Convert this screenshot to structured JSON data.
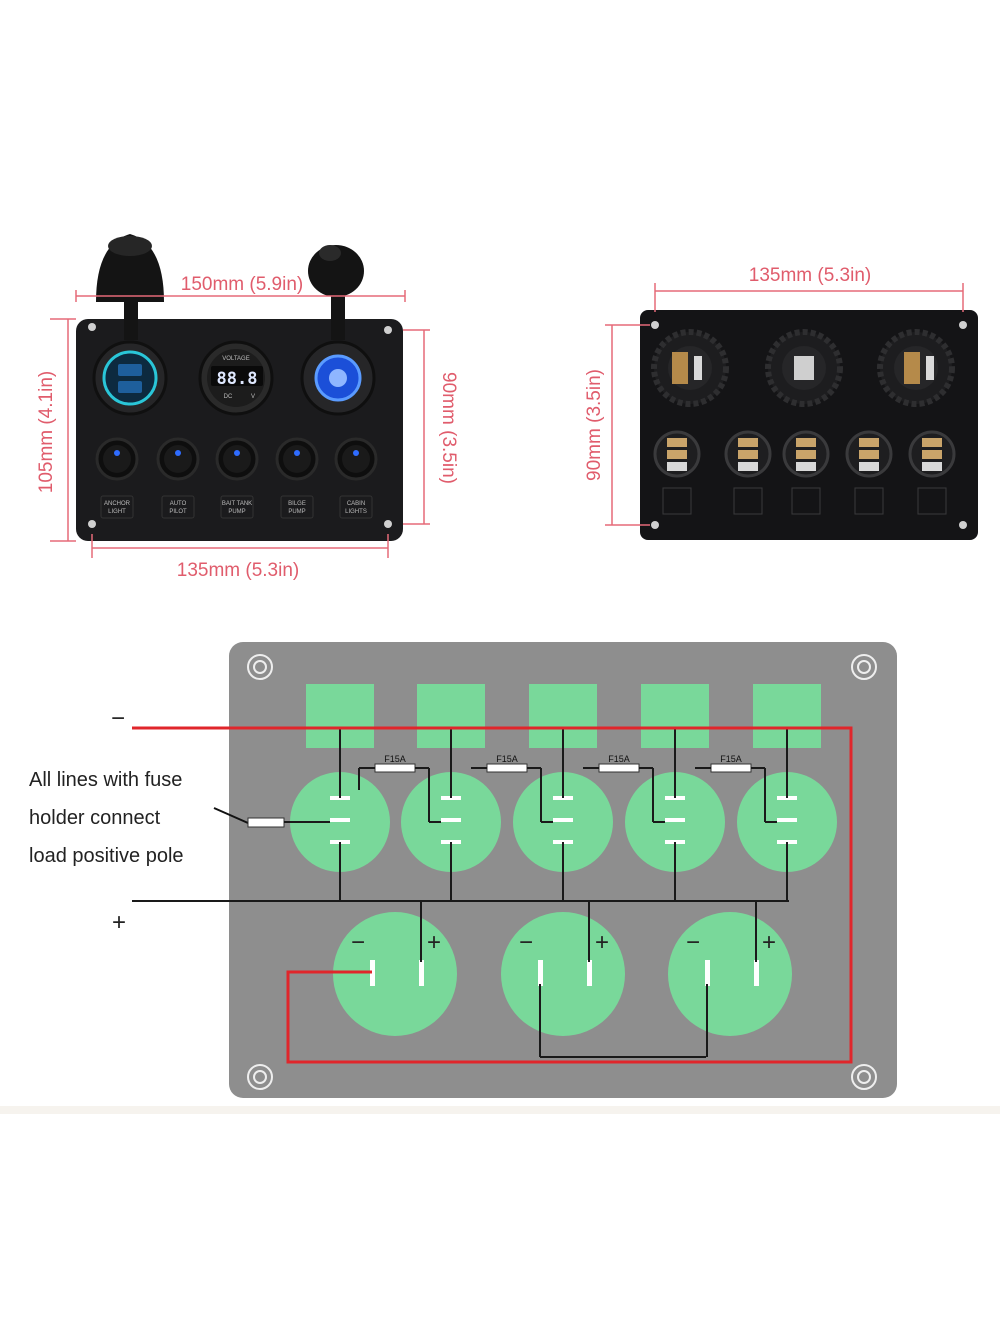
{
  "front_panel": {
    "width_top": "150mm (5.9in)",
    "height_left": "105mm (4.1in)",
    "height_right": "90mm (3.5in)",
    "width_bottom": "135mm (5.3in)",
    "voltmeter_label": "VOLTAGE",
    "voltmeter_reading": "88.8",
    "voltmeter_dc": "DC",
    "voltmeter_v": "V",
    "switch_labels": [
      [
        "ANCHOR",
        "LIGHT"
      ],
      [
        "AUTO",
        "PILOT"
      ],
      [
        "BAIT TANK",
        "PUMP"
      ],
      [
        "BILGE",
        "PUMP"
      ],
      [
        "CABIN",
        "LIGHTS"
      ]
    ]
  },
  "back_panel": {
    "width_top": "135mm (5.3in)",
    "height_left": "90mm (3.5in)"
  },
  "wiring": {
    "fuse_labels": [
      "F15A",
      "F15A",
      "F15A",
      "F15A"
    ],
    "note_lines": [
      "All lines with fuse",
      "holder connect",
      "load positive pole"
    ],
    "negative_label": "−",
    "positive_label": "+",
    "socket_minus": "−",
    "socket_plus": "+"
  },
  "colors": {
    "panel_gray": "#8e8e8e",
    "green": "#79d89a",
    "red_wire": "#e0262b",
    "dimension": "#e05c6c",
    "led_blue": "#2f6cff"
  }
}
